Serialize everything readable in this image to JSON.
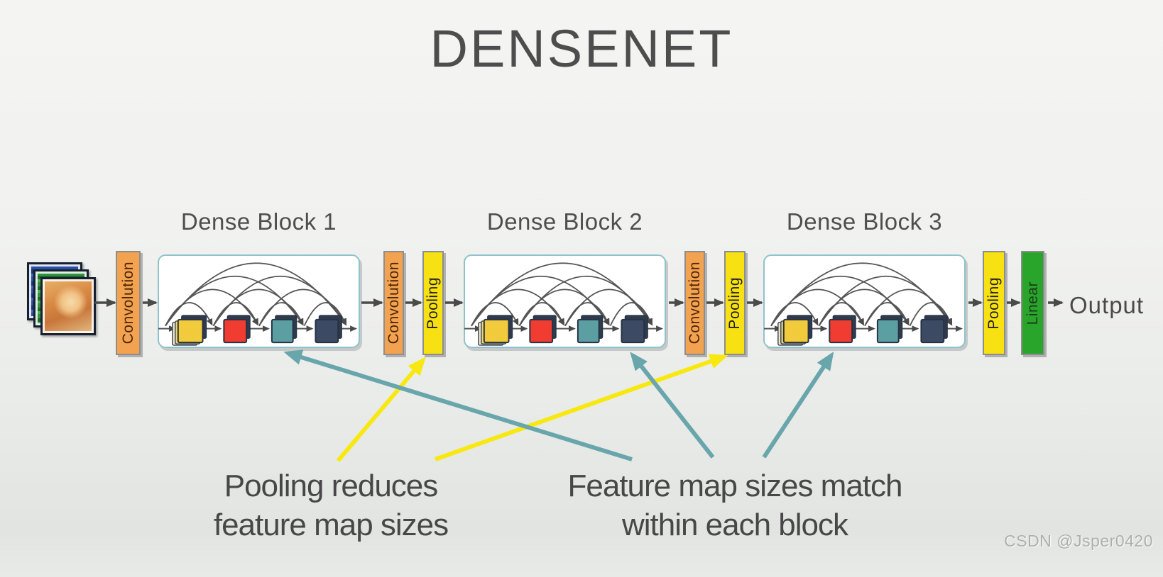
{
  "title": "DENSENET",
  "pipeline": {
    "dense_blocks": [
      {
        "label": "Dense Block 1"
      },
      {
        "label": "Dense Block 2"
      },
      {
        "label": "Dense Block 3"
      }
    ],
    "conv_label": "Convolution",
    "pool_label": "Pooling",
    "linear_label": "Linear",
    "output_label": "Output"
  },
  "annotations": {
    "pooling_note_line1": "Pooling reduces",
    "pooling_note_line2": "feature map sizes",
    "match_note_line1": "Feature map sizes match",
    "match_note_line2": "within each block"
  },
  "watermark": "CSDN @Jsper0420",
  "colors": {
    "convolution_box": "#F3A34F",
    "pooling_box": "#F8E112",
    "linear_box": "#29A52B",
    "dense_block_border": "#8FC3CB",
    "cube_colors": [
      "#F2CB3D",
      "#F03C31",
      "#5C9FA3",
      "#3C4A63"
    ],
    "cube_outline": "#263244",
    "annotation_yellow": "#F8E811",
    "annotation_teal": "#68A6AC",
    "flow_arrow": "#4A4A4A",
    "dense_arc": "#555555"
  }
}
